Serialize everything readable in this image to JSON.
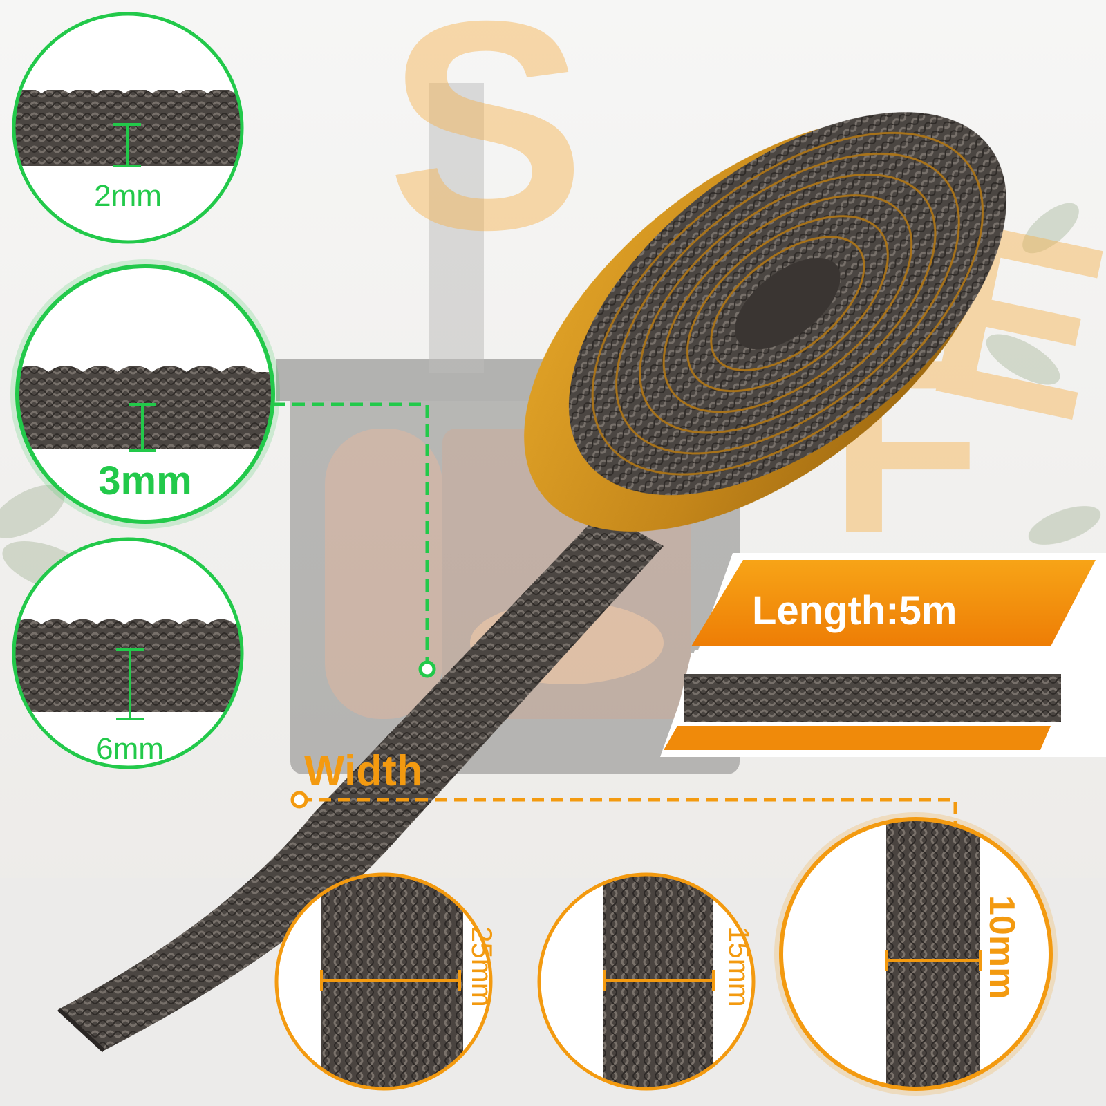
{
  "colors": {
    "green_accent": "#22c94a",
    "orange_accent": "#f39a10",
    "tape_color": "#c98a16",
    "braid_color": "#4b4642",
    "background": "#f4f3f1"
  },
  "watermark_letters": [
    "S",
    "E",
    "F"
  ],
  "thickness_options": [
    {
      "label": "2mm",
      "highlighted": false
    },
    {
      "label": "3mm",
      "highlighted": true
    },
    {
      "label": "6mm",
      "highlighted": false
    }
  ],
  "length_label": "Length:5m",
  "width_title": "Width",
  "width_options": [
    {
      "label": "25mm",
      "highlighted": false
    },
    {
      "label": "15mm",
      "highlighted": false
    },
    {
      "label": "10mm",
      "highlighted": true
    }
  ]
}
